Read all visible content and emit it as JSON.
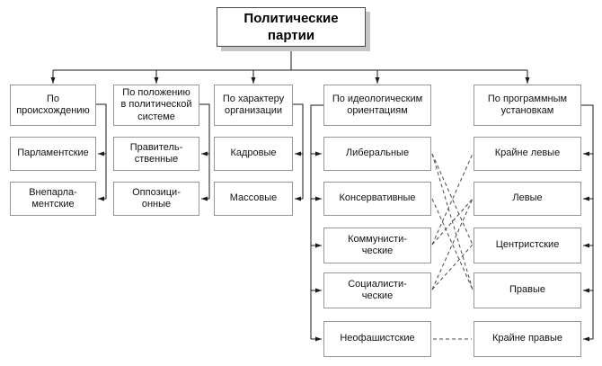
{
  "title": "Политические\nпартии",
  "columns": [
    {
      "header": "По\nпроисхождению",
      "items": [
        "Парламентские",
        "Внепарла-\nментские"
      ]
    },
    {
      "header": "По положению\nв политической\nсистеме",
      "items": [
        "Правитель-\nственные",
        "Оппозици-\nонные"
      ]
    },
    {
      "header": "По характеру\nорганизации",
      "items": [
        "Кадровые",
        "Массовые"
      ]
    },
    {
      "header": "По идеологическим\nориентациям",
      "items": [
        "Либеральные",
        "Консервативные",
        "Коммунисти-\nческие",
        "Социалисти-\nческие",
        "Неофашистские"
      ]
    },
    {
      "header": "По программным\nустановкам",
      "items": [
        "Крайне левые",
        "Левые",
        "Центристские",
        "Правые",
        "Крайне правые"
      ]
    }
  ],
  "relations": [
    {
      "from": "Либеральные",
      "to": "Центристские",
      "style": "dashed"
    },
    {
      "from": "Либеральные",
      "to": "Правые",
      "style": "dashed"
    },
    {
      "from": "Консервативные",
      "to": "Правые",
      "style": "dashed"
    },
    {
      "from": "Коммунистические",
      "to": "Крайне левые",
      "style": "dashed"
    },
    {
      "from": "Коммунистические",
      "to": "Левые",
      "style": "dashed"
    },
    {
      "from": "Социалистические",
      "to": "Левые",
      "style": "dashed"
    },
    {
      "from": "Социалистические",
      "to": "Центристские",
      "style": "dashed"
    },
    {
      "from": "Неофашистские",
      "to": "Крайне правые",
      "style": "dashed"
    }
  ],
  "colors": {
    "background": "#ffffff",
    "box_border": "#969696",
    "title_border": "#4a4a4a",
    "title_shadow": "#c6c6c6",
    "solid_line": "#1a1a1a",
    "dashed_line": "#4a4a4a",
    "text": "#111111"
  }
}
